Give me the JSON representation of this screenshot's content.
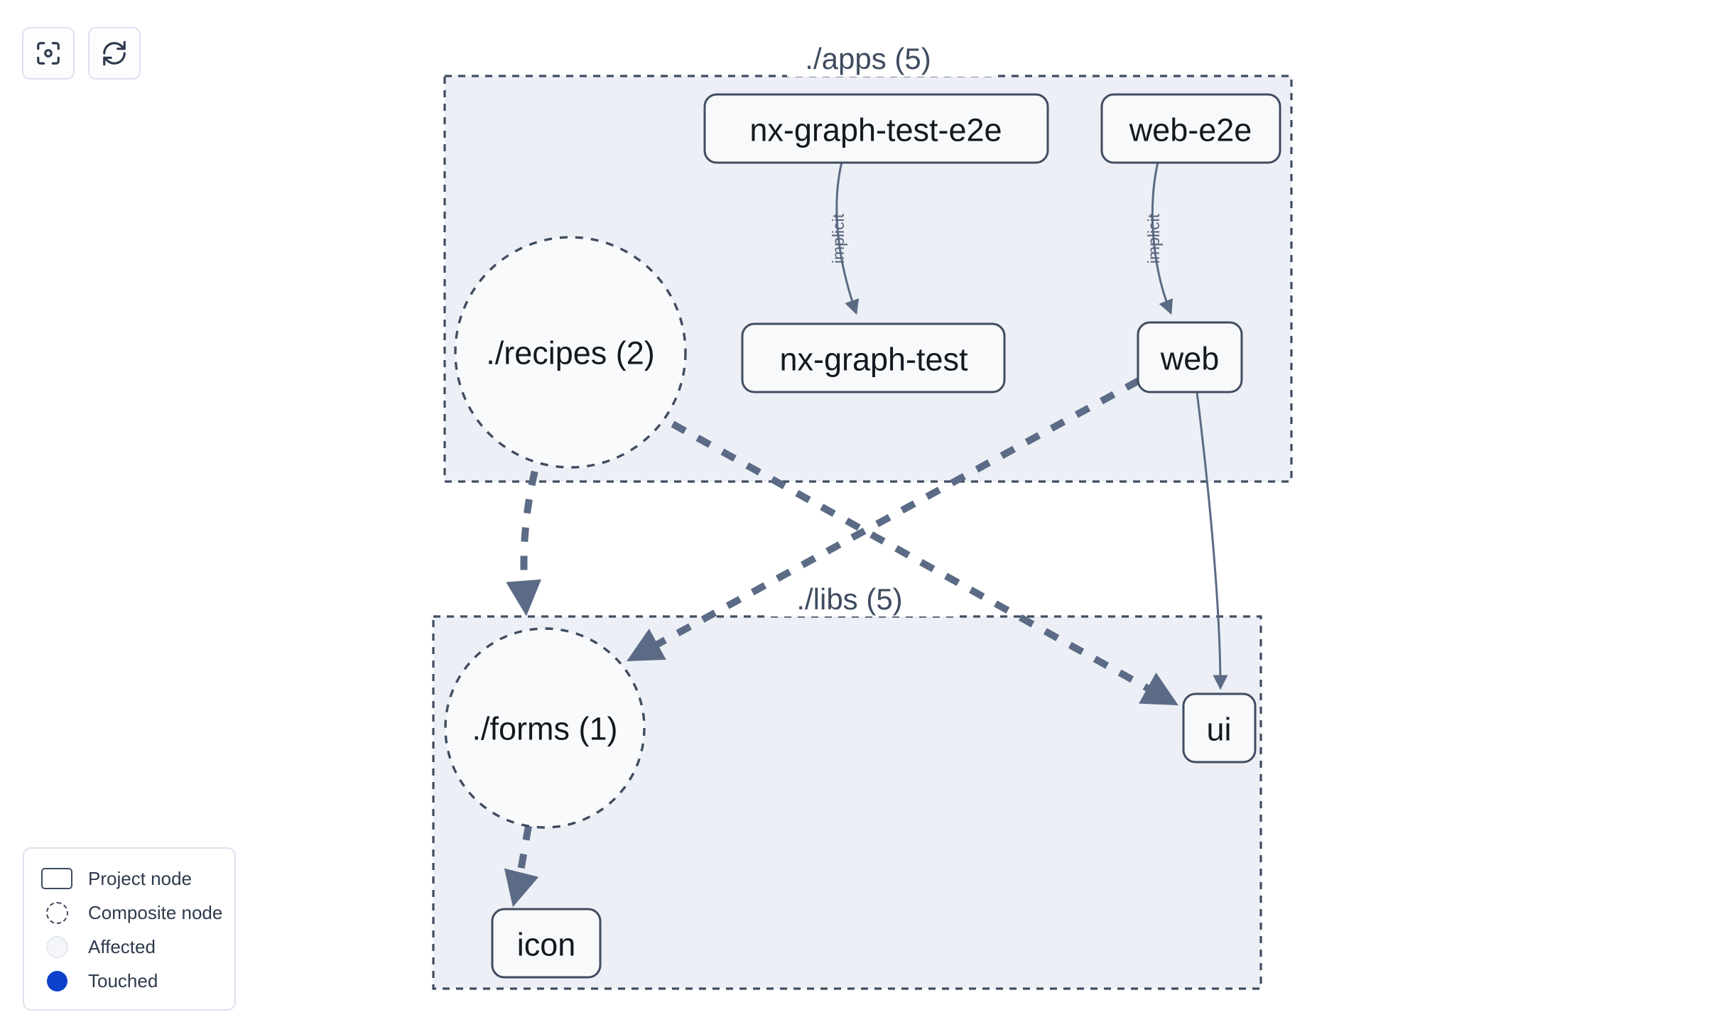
{
  "toolbar": {
    "buttons": [
      {
        "name": "focus-graph-button",
        "icon": "focus-target-icon",
        "title": "Focus graph"
      },
      {
        "name": "refresh-graph-button",
        "icon": "refresh-icon",
        "title": "Refresh graph"
      }
    ]
  },
  "graph": {
    "groups": [
      {
        "id": "apps",
        "label": "./apps (5)"
      },
      {
        "id": "libs",
        "label": "./libs (5)"
      }
    ],
    "nodes": [
      {
        "id": "nx-graph-test-e2e",
        "label": "nx-graph-test-e2e",
        "type": "project"
      },
      {
        "id": "web-e2e",
        "label": "web-e2e",
        "type": "project"
      },
      {
        "id": "recipes",
        "label": "./recipes (2)",
        "type": "composite"
      },
      {
        "id": "nx-graph-test",
        "label": "nx-graph-test",
        "type": "project"
      },
      {
        "id": "web",
        "label": "web",
        "type": "project"
      },
      {
        "id": "forms",
        "label": "./forms (1)",
        "type": "composite"
      },
      {
        "id": "ui",
        "label": "ui",
        "type": "project"
      },
      {
        "id": "icon",
        "label": "icon",
        "type": "project"
      }
    ],
    "edges": [
      {
        "source": "nx-graph-test-e2e",
        "target": "nx-graph-test",
        "label": "implicit",
        "style": "solid"
      },
      {
        "source": "web-e2e",
        "target": "web",
        "label": "implicit",
        "style": "solid"
      },
      {
        "source": "web",
        "target": "ui",
        "label": "",
        "style": "solid"
      },
      {
        "source": "recipes",
        "target": "forms",
        "label": "",
        "style": "dashed"
      },
      {
        "source": "recipes",
        "target": "ui",
        "label": "",
        "style": "dashed"
      },
      {
        "source": "web",
        "target": "forms",
        "label": "",
        "style": "dashed"
      },
      {
        "source": "forms",
        "target": "icon",
        "label": "",
        "style": "dashed"
      }
    ]
  },
  "legend": {
    "items": [
      {
        "swatch": "project",
        "label": "Project node"
      },
      {
        "swatch": "composite",
        "label": "Composite node"
      },
      {
        "swatch": "affected",
        "label": "Affected"
      },
      {
        "swatch": "touched",
        "label": "Touched"
      }
    ]
  },
  "colors": {
    "group_fill": "#eceff5",
    "group_stroke": "#3f4c60",
    "node_fill": "#f7f9fb",
    "node_stroke": "#3f4c60",
    "edge_stroke": "#5c6b85",
    "touched": "#0b41cd",
    "text": "#14181f",
    "canvas": "#ffffff"
  }
}
